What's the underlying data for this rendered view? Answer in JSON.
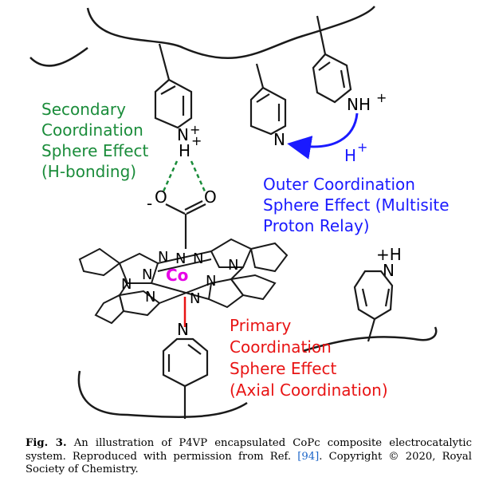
{
  "diagram": {
    "colors": {
      "secondary": "#1a8c3a",
      "outer": "#1a1aff",
      "primary": "#e81414",
      "metal": "#e600e6",
      "bond": "#1a1a1a"
    },
    "labels": {
      "secondary": [
        "Secondary",
        "Coordination",
        "Sphere Effect",
        "(H-bonding)"
      ],
      "outer": [
        "Outer Coordination",
        "Sphere Effect (Multisite",
        "Proton Relay)"
      ],
      "primary": [
        "Primary",
        "Coordination",
        "Sphere Effect",
        "(Axial Coordination)"
      ]
    },
    "atoms": {
      "cobalt": "Co",
      "nitrogen": "N",
      "hydrogen": "H",
      "oxygen": "O",
      "plus": "+",
      "minus": "-",
      "proton": "H",
      "protonated_n": "NH",
      "plus_h": "+H"
    }
  },
  "caption": {
    "label": "Fig. 3.",
    "text_before_ref": " An illustration of P4VP encapsulated CoPc composite electrocatalytic system. Reproduced with permission from Ref. ",
    "ref": "[94]",
    "text_after_ref": ". Copyright © 2020, Royal Society of Chemistry."
  }
}
